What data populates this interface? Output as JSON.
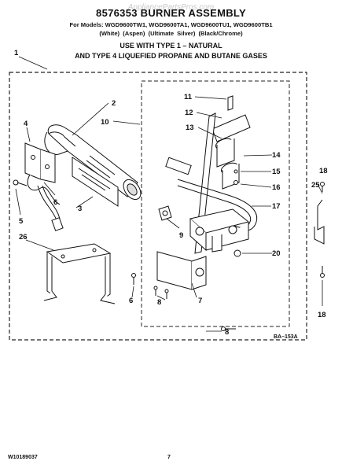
{
  "header": {
    "watermark": "AppliancePartsPros.com",
    "title": "8576353 BURNER ASSEMBLY",
    "models_line": "For Models: WGD9600TW1, WGD9600TA1, WGD9600TU1, WGD9600TB1",
    "finishes_line": "(White)      (Aspen)      (Ultimate Silver)   (Black/Chrome)",
    "usage_line_1": "USE WITH TYPE 1 –  NATURAL",
    "usage_line_2": "AND TYPE 4    LIQUEFIED PROPANE AND BUTANE GASES"
  },
  "callouts": {
    "c1": "1",
    "c2": "2",
    "c3": "3",
    "c4": "4",
    "c5": "5",
    "c6a": "6",
    "c6b": "6",
    "c7": "7",
    "c8a": "8",
    "c8b": "8",
    "c9": "9",
    "c10": "10",
    "c11": "11",
    "c12": "12",
    "c13": "13",
    "c14": "14",
    "c15": "15",
    "c16": "16",
    "c17": "17",
    "c18a": "18",
    "c18b": "18",
    "c20": "20",
    "c25": "25",
    "c26": "26"
  },
  "figure_code": "BA–153A",
  "footer": {
    "doc_id": "W10189037",
    "page": "7"
  }
}
